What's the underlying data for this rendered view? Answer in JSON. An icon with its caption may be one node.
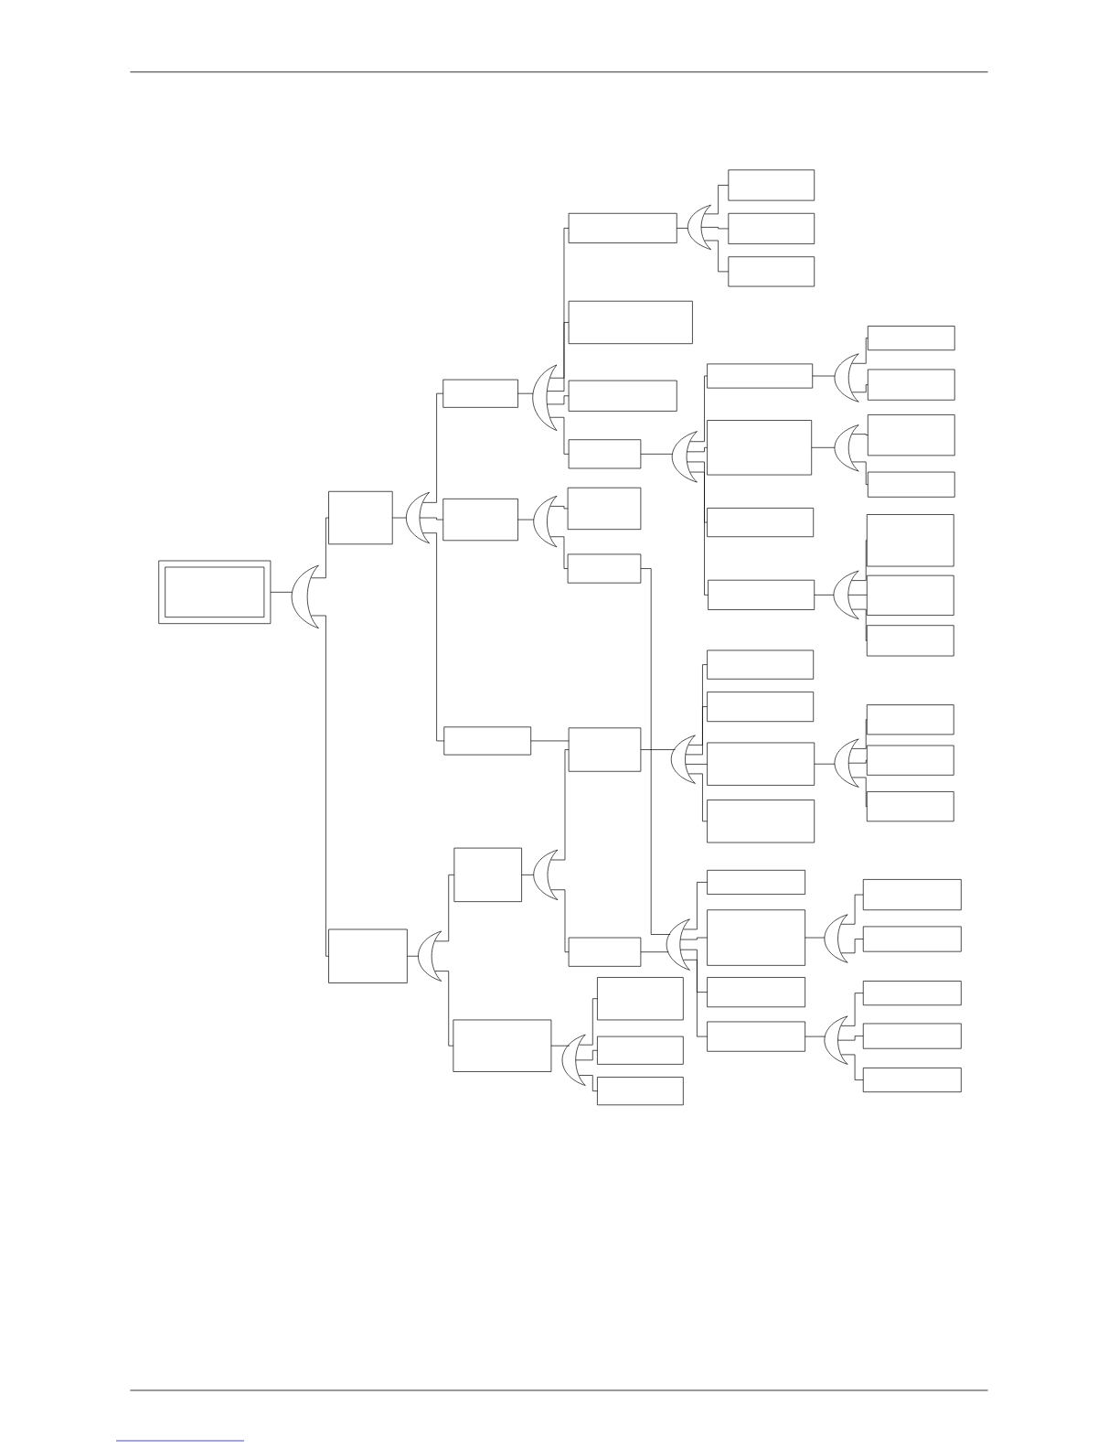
{
  "diagram": {
    "nodes": [
      {
        "text": [],
        "shape": "box"
      },
      {
        "text": [],
        "shape": "gate"
      },
      {
        "text": [],
        "shape": "box"
      },
      {
        "text": [],
        "shape": "box"
      },
      {
        "text": [],
        "shape": "gate"
      },
      {
        "text": [],
        "shape": "box"
      },
      {
        "text": [],
        "shape": "box"
      },
      {
        "text": [],
        "shape": "box"
      },
      {
        "text": [],
        "shape": "gate"
      },
      {
        "text": [],
        "shape": "box"
      },
      {
        "text": [],
        "shape": "box"
      },
      {
        "text": [],
        "shape": "box"
      },
      {
        "text": [],
        "shape": "box"
      },
      {
        "text": [],
        "shape": "gate"
      },
      {
        "text": [],
        "shape": "box"
      },
      {
        "text": [],
        "shape": "box"
      },
      {
        "text": [],
        "shape": "box"
      },
      {
        "text": [],
        "shape": "gate"
      },
      {
        "text": [],
        "shape": "box"
      },
      {
        "text": [],
        "shape": "box"
      },
      {
        "text": [],
        "shape": "box"
      },
      {
        "text": [],
        "shape": "box"
      },
      {
        "text": [],
        "shape": "gate"
      },
      {
        "text": [],
        "shape": "box"
      },
      {
        "text": [],
        "shape": "box"
      },
      {
        "text": [],
        "shape": "gate"
      },
      {
        "text": [],
        "shape": "box"
      },
      {
        "text": [],
        "shape": "box"
      },
      {
        "text": [],
        "shape": "gate"
      },
      {
        "text": [],
        "shape": "box"
      },
      {
        "text": [],
        "shape": "box"
      },
      {
        "text": [],
        "shape": "box"
      },
      {
        "text": [],
        "shape": "gate"
      },
      {
        "text": [],
        "shape": "box"
      },
      {
        "text": [],
        "shape": "box"
      },
      {
        "text": [],
        "shape": "box"
      },
      {
        "text": [],
        "shape": "gate"
      },
      {
        "text": [],
        "shape": "box"
      },
      {
        "text": [],
        "shape": "box"
      },
      {
        "text": [],
        "shape": "box"
      },
      {
        "text": [],
        "shape": "box"
      },
      {
        "text": [],
        "shape": "gate"
      },
      {
        "text": [],
        "shape": "box"
      },
      {
        "text": [],
        "shape": "box"
      },
      {
        "text": [],
        "shape": "box"
      },
      {
        "text": [],
        "shape": "gate"
      },
      {
        "text": [],
        "shape": "box"
      },
      {
        "text": [],
        "shape": "box"
      },
      {
        "text": [],
        "shape": "gate"
      },
      {
        "text": [],
        "shape": "box"
      },
      {
        "text": [],
        "shape": "gate"
      },
      {
        "text": [],
        "shape": "box"
      },
      {
        "text": [],
        "shape": "box"
      },
      {
        "text": [],
        "shape": "box"
      },
      {
        "text": [],
        "shape": "box"
      },
      {
        "text": [],
        "shape": "gate"
      },
      {
        "text": [],
        "shape": "box"
      },
      {
        "text": [],
        "shape": "box"
      },
      {
        "text": [],
        "shape": "gate"
      },
      {
        "text": [],
        "shape": "box"
      },
      {
        "text": [],
        "shape": "box"
      },
      {
        "text": [],
        "shape": "box"
      },
      {
        "text": [],
        "shape": "gate"
      },
      {
        "text": [],
        "shape": "box"
      },
      {
        "text": [],
        "shape": "box"
      },
      {
        "text": [],
        "shape": "box"
      }
    ],
    "edges": [
      {
        "from": 0,
        "to": 1,
        "arrow": "none"
      },
      {
        "from": 1,
        "to": 2,
        "arrow": "none"
      },
      {
        "from": 1,
        "to": 3,
        "arrow": "none"
      },
      {
        "from": 2,
        "to": 4,
        "arrow": "none"
      },
      {
        "from": 4,
        "to": 5,
        "arrow": "none"
      },
      {
        "from": 4,
        "to": 6,
        "arrow": "none"
      },
      {
        "from": 4,
        "to": 7,
        "arrow": "none"
      },
      {
        "from": 5,
        "to": 8,
        "arrow": "none"
      },
      {
        "from": 8,
        "to": 9,
        "arrow": "none"
      },
      {
        "from": 8,
        "to": 10,
        "arrow": "none"
      },
      {
        "from": 8,
        "to": 11,
        "arrow": "none"
      },
      {
        "from": 8,
        "to": 12,
        "arrow": "none"
      },
      {
        "from": 9,
        "to": 13,
        "arrow": "none"
      },
      {
        "from": 13,
        "to": 14,
        "arrow": "none"
      },
      {
        "from": 13,
        "to": 15,
        "arrow": "none"
      },
      {
        "from": 13,
        "to": 16,
        "arrow": "none"
      },
      {
        "from": 12,
        "to": 17,
        "arrow": "none"
      },
      {
        "from": 17,
        "to": 18,
        "arrow": "none"
      },
      {
        "from": 17,
        "to": 19,
        "arrow": "none"
      },
      {
        "from": 17,
        "to": 20,
        "arrow": "none"
      },
      {
        "from": 17,
        "to": 21,
        "arrow": "none"
      },
      {
        "from": 18,
        "to": 22,
        "arrow": "none"
      },
      {
        "from": 22,
        "to": 23,
        "arrow": "none"
      },
      {
        "from": 22,
        "to": 24,
        "arrow": "none"
      },
      {
        "from": 19,
        "to": 25,
        "arrow": "none"
      },
      {
        "from": 25,
        "to": 26,
        "arrow": "none"
      },
      {
        "from": 25,
        "to": 27,
        "arrow": "none"
      },
      {
        "from": 21,
        "to": 28,
        "arrow": "none"
      },
      {
        "from": 28,
        "to": 29,
        "arrow": "none"
      },
      {
        "from": 28,
        "to": 30,
        "arrow": "none"
      },
      {
        "from": 28,
        "to": 31,
        "arrow": "none"
      },
      {
        "from": 6,
        "to": 32,
        "arrow": "none"
      },
      {
        "from": 32,
        "to": 33,
        "arrow": "none"
      },
      {
        "from": 32,
        "to": 34,
        "arrow": "none"
      },
      {
        "from": 7,
        "to": 35,
        "arrow": "none"
      },
      {
        "from": 35,
        "to": 36,
        "arrow": "none"
      },
      {
        "from": 36,
        "to": 37,
        "arrow": "none"
      },
      {
        "from": 36,
        "to": 38,
        "arrow": "none"
      },
      {
        "from": 36,
        "to": 39,
        "arrow": "none"
      },
      {
        "from": 36,
        "to": 40,
        "arrow": "none"
      },
      {
        "from": 39,
        "to": 41,
        "arrow": "none"
      },
      {
        "from": 41,
        "to": 42,
        "arrow": "none"
      },
      {
        "from": 41,
        "to": 43,
        "arrow": "none"
      },
      {
        "from": 41,
        "to": 44,
        "arrow": "none"
      },
      {
        "from": 3,
        "to": 45,
        "arrow": "none"
      },
      {
        "from": 45,
        "to": 46,
        "arrow": "none"
      },
      {
        "from": 45,
        "to": 47,
        "arrow": "none"
      },
      {
        "from": 46,
        "to": 48,
        "arrow": "none"
      },
      {
        "from": 48,
        "to": 35,
        "arrow": "none"
      },
      {
        "from": 48,
        "to": 49,
        "arrow": "none"
      },
      {
        "from": 49,
        "to": 50,
        "arrow": "none"
      },
      {
        "from": 34,
        "to": 50,
        "arrow": "none"
      },
      {
        "from": 50,
        "to": 51,
        "arrow": "none"
      },
      {
        "from": 50,
        "to": 52,
        "arrow": "none"
      },
      {
        "from": 50,
        "to": 53,
        "arrow": "none"
      },
      {
        "from": 50,
        "to": 54,
        "arrow": "none"
      },
      {
        "from": 52,
        "to": 55,
        "arrow": "none"
      },
      {
        "from": 55,
        "to": 56,
        "arrow": "none"
      },
      {
        "from": 55,
        "to": 57,
        "arrow": "none"
      },
      {
        "from": 54,
        "to": 58,
        "arrow": "none"
      },
      {
        "from": 58,
        "to": 59,
        "arrow": "none"
      },
      {
        "from": 58,
        "to": 60,
        "arrow": "none"
      },
      {
        "from": 58,
        "to": 61,
        "arrow": "none"
      },
      {
        "from": 47,
        "to": 62,
        "arrow": "none"
      },
      {
        "from": 62,
        "to": 63,
        "arrow": "none"
      },
      {
        "from": 62,
        "to": 64,
        "arrow": "none"
      },
      {
        "from": 62,
        "to": 65,
        "arrow": "none"
      }
    ]
  }
}
